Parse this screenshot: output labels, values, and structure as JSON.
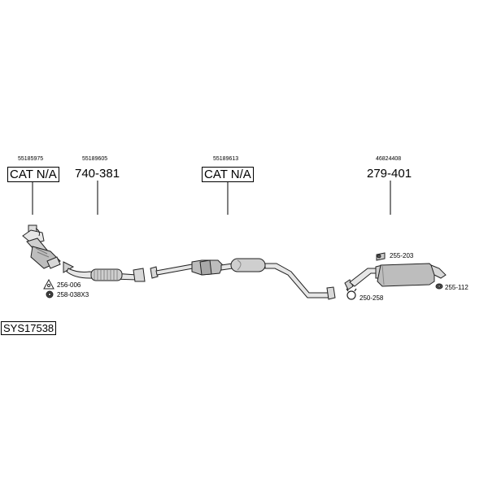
{
  "parts": [
    {
      "ref": "55185975",
      "number": "CAT N/A",
      "boxed": true
    },
    {
      "ref": "55189605",
      "number": "740-381",
      "boxed": false
    },
    {
      "ref": "55189613",
      "number": "CAT N/A",
      "boxed": true
    },
    {
      "ref": "46824408",
      "number": "279-401",
      "boxed": false
    }
  ],
  "accessories": [
    {
      "code": "256-006",
      "icon": "bracket-triangle-icon"
    },
    {
      "code": "258-038X3",
      "icon": "nut-icon"
    },
    {
      "code": "255-203",
      "icon": "rubber-mount-icon"
    },
    {
      "code": "250-258",
      "icon": "clamp-ring-icon"
    },
    {
      "code": "255-112",
      "icon": "rubber-ring-icon"
    }
  ],
  "system_id": "SYS17538"
}
